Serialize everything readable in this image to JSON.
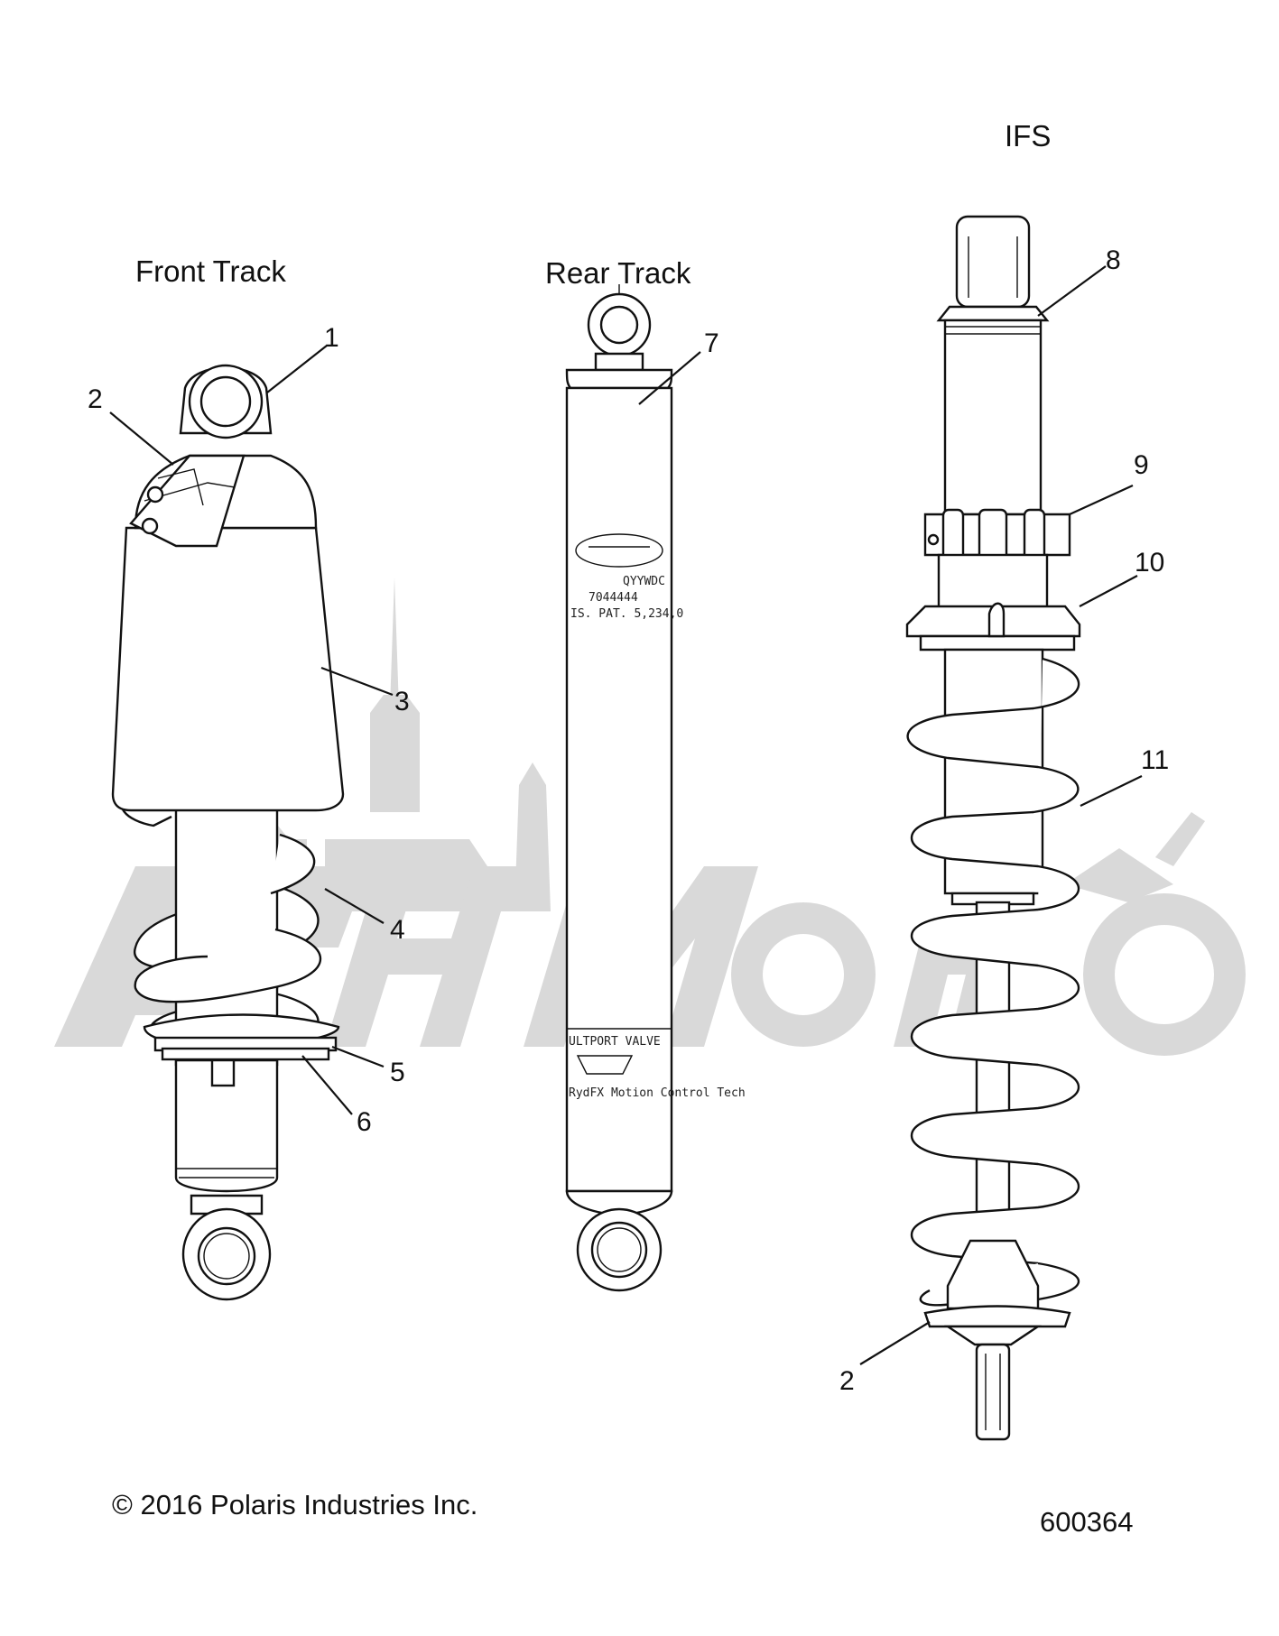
{
  "sections": {
    "front_track": "Front Track",
    "rear_track": "Rear Track",
    "ifs": "IFS"
  },
  "callouts": [
    "1",
    "2",
    "3",
    "4",
    "5",
    "6",
    "7",
    "8",
    "9",
    "10",
    "11",
    "2"
  ],
  "shock_print": {
    "line1": "QYYWDC",
    "line2": "7044444",
    "line3": "IS. PAT. 5,234,0",
    "valve": "ULTPORT VALVE",
    "control": "RydFX Motion Control Tech"
  },
  "watermark": "AchMoto",
  "copyright": "© 2016 Polaris Industries Inc.",
  "diagram_id": "600364"
}
